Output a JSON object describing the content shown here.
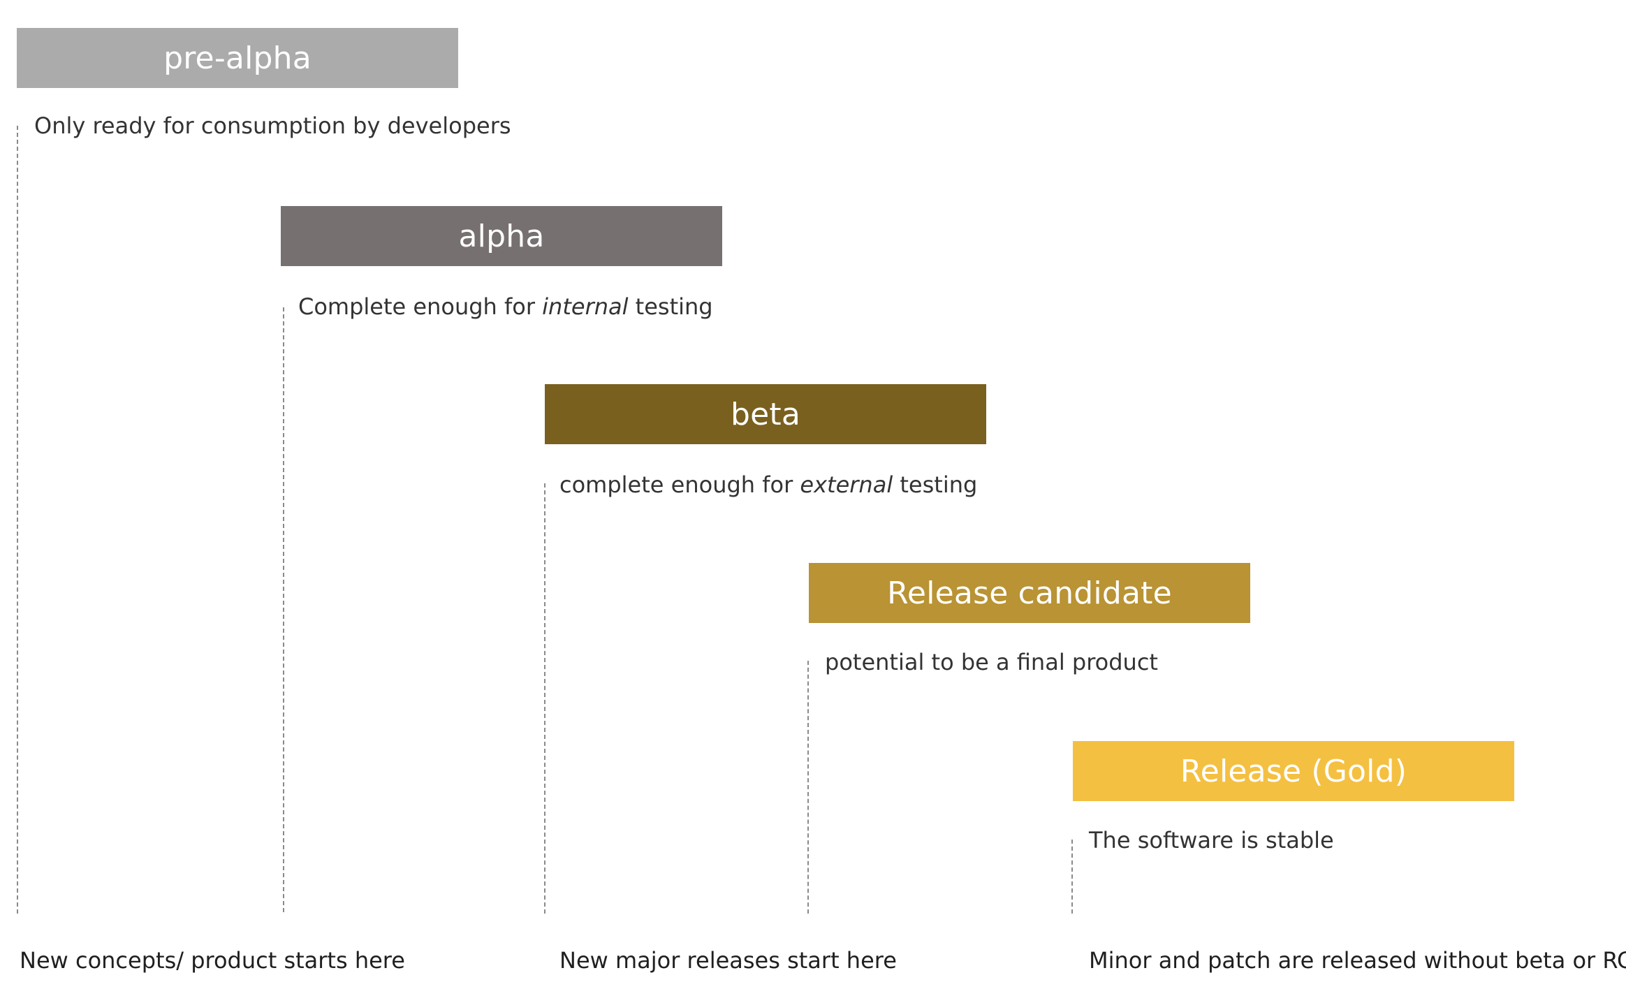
{
  "stages": [
    {
      "label": "pre-alpha",
      "color": "#ababab",
      "description": {
        "before": "Only ready for consumption by developers",
        "emphasis": "",
        "after": ""
      }
    },
    {
      "label": "alpha",
      "color": "#767170",
      "description": {
        "before": "Complete enough for ",
        "emphasis": "internal",
        "after": " testing"
      }
    },
    {
      "label": "beta",
      "color": "#7a601f",
      "description": {
        "before": "complete enough for ",
        "emphasis": "external",
        "after": " testing"
      }
    },
    {
      "label": "Release candidate",
      "color": "#b99334",
      "description": {
        "before": "potential to be a final product",
        "emphasis": "",
        "after": ""
      }
    },
    {
      "label": "Release (Gold)",
      "color": "#f4c042",
      "description": {
        "before": "The software is stable",
        "emphasis": "",
        "after": ""
      }
    }
  ],
  "notes": [
    "New concepts/ product starts here",
    "New major releases start here",
    "Minor and patch are released without beta or RCs."
  ]
}
